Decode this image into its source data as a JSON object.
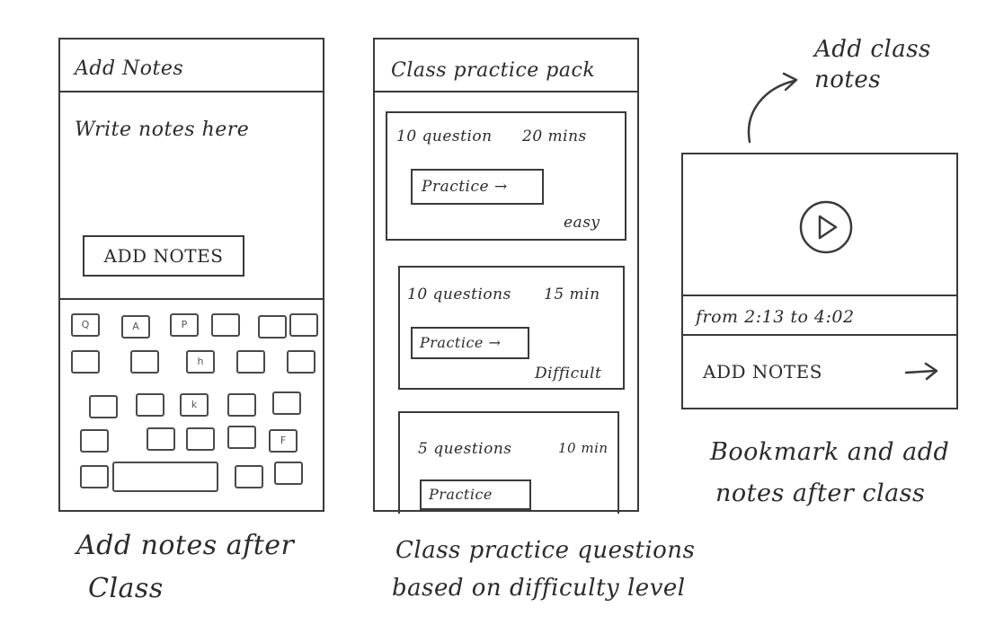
{
  "screen1": {
    "header": "Add Notes",
    "body_text": "Write notes here",
    "button": "ADD NOTES",
    "caption_line1": "Add notes after",
    "caption_line2": "Class"
  },
  "screen2": {
    "header": "Class practice pack",
    "cards": [
      {
        "questions": "10 question",
        "time": "20 mins",
        "button": "Practice →",
        "level": "easy"
      },
      {
        "questions": "10 questions",
        "time": "15 min",
        "button": "Practice →",
        "level": "Difficult"
      },
      {
        "questions": "5 questions",
        "time": "10 min",
        "button": "Practice",
        "level": ""
      }
    ],
    "caption_line1": "Class practice questions",
    "caption_line2": "based on difficulty level"
  },
  "screen3": {
    "callout": "Add class notes",
    "timestamp": "from 2:13 to 4:02",
    "button": "ADD NOTES",
    "caption_line1": "Bookmark and add",
    "caption_line2": "notes after class"
  }
}
